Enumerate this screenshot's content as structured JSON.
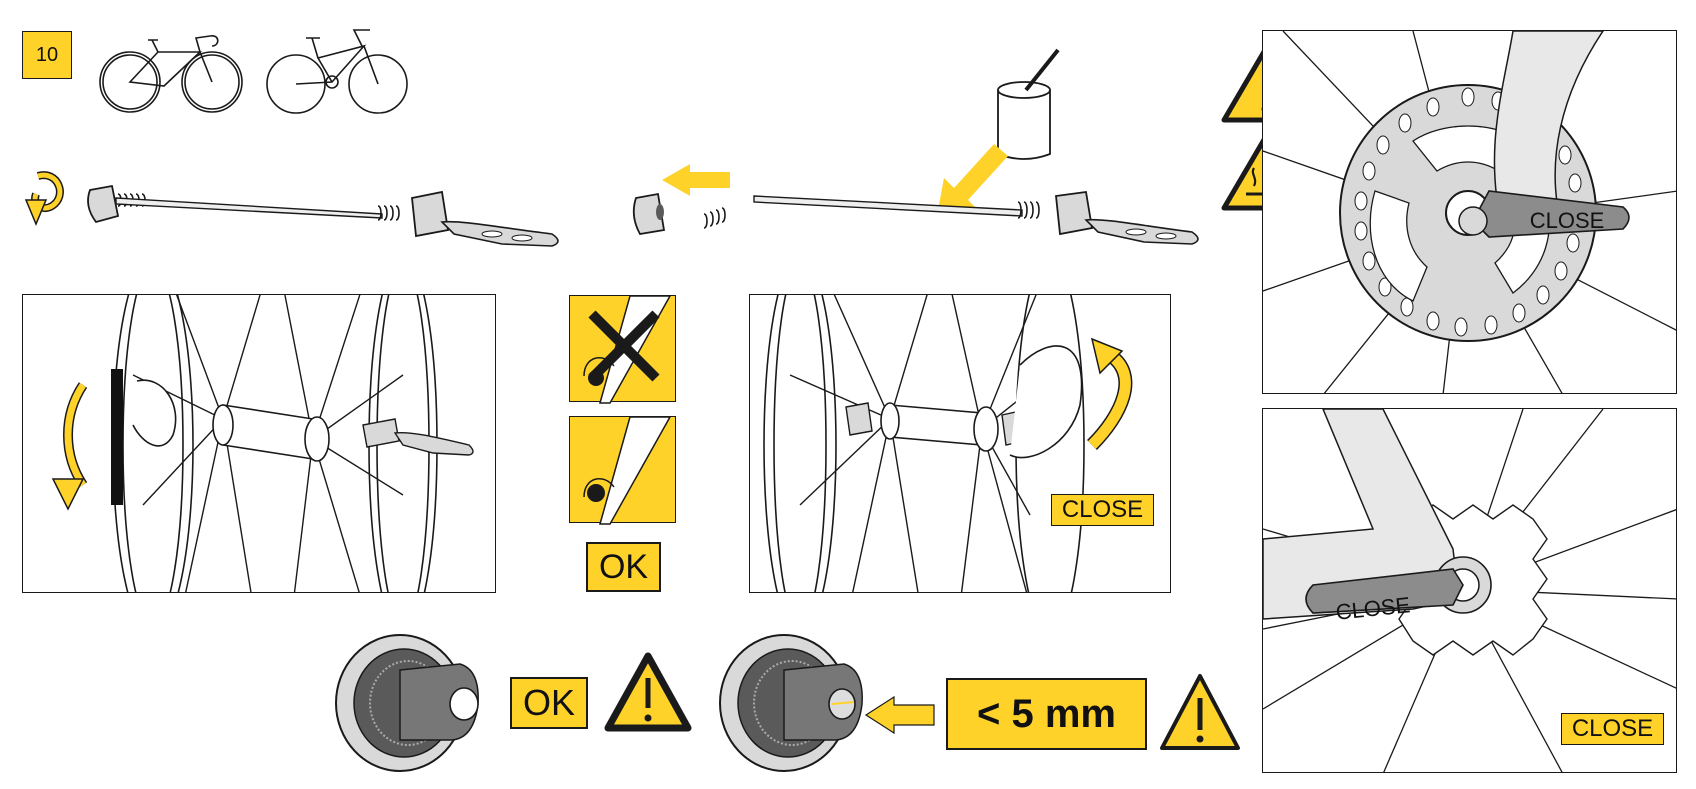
{
  "step": {
    "number": "10"
  },
  "labels": {
    "close": "CLOSE",
    "ok": "OK",
    "gap": "< 5 mm"
  },
  "colors": {
    "accent": "#ffd22a",
    "ink": "#1a1a1a",
    "metal_light": "#d9d9d9",
    "metal_dark": "#5a5a5a"
  },
  "icons": [
    "road-bike-icon",
    "city-bike-icon",
    "rotate-ccw-icon",
    "warning-icon",
    "hot-surface-warning-icon",
    "grease-pot-icon",
    "arrow-left-icon"
  ]
}
